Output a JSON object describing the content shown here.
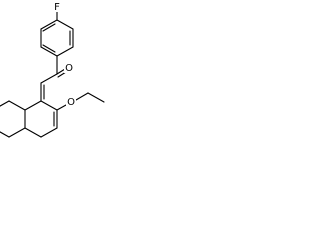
{
  "molecule": {
    "atoms": {
      "fluorine": "F",
      "carbonyl_oxygen": "O",
      "ether_oxygen": "O"
    },
    "colors": {
      "background": "#ffffff",
      "bond": "#000000",
      "label": "#000000"
    }
  }
}
